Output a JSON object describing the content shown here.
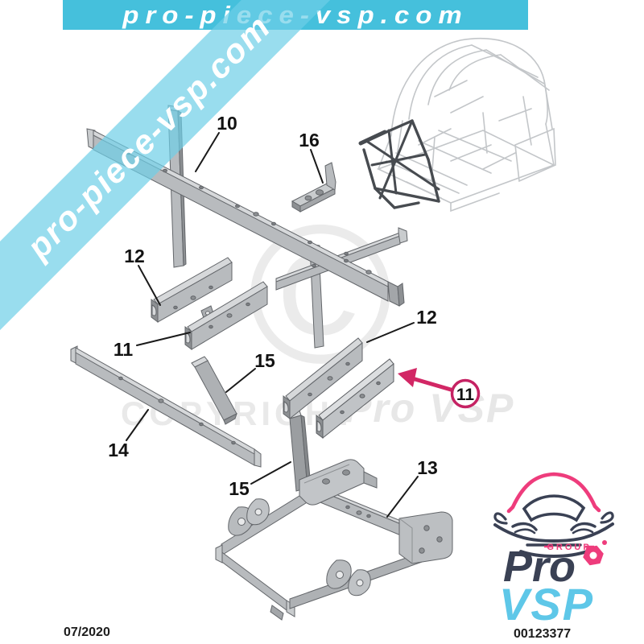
{
  "banner": {
    "text": "pro-piece-vsp.com",
    "background": "#45c0dc"
  },
  "watermark_band": {
    "text": "pro-piece-vsp.com",
    "color": "rgba(110,206,231,0.70)"
  },
  "center_watermark": {
    "symbol": "©",
    "word": "COPYRIGHT",
    "brand": "Pro VSP"
  },
  "callouts": [
    {
      "number": "10"
    },
    {
      "number": "16"
    },
    {
      "number": "12"
    },
    {
      "number": "11"
    },
    {
      "number": "15"
    },
    {
      "number": "14"
    },
    {
      "number": "15"
    },
    {
      "number": "13"
    },
    {
      "number": "12"
    }
  ],
  "highlight": {
    "circle_label": "11",
    "color": "#d22765",
    "circle_stroke": "#c52263"
  },
  "footer": {
    "date": "07/2020",
    "part_number": "00123377"
  },
  "logo": {
    "group": "GROUP",
    "pro": "Pro",
    "vsp": "VSP",
    "pink": "#ee3c7c",
    "navy": "#3a4154",
    "blue": "#5ec7e8"
  },
  "diagram": {
    "part_fill": "#b8bbbe",
    "part_top": "#d6d8da",
    "part_dark": "#8d9093",
    "outline": "#63666a"
  }
}
